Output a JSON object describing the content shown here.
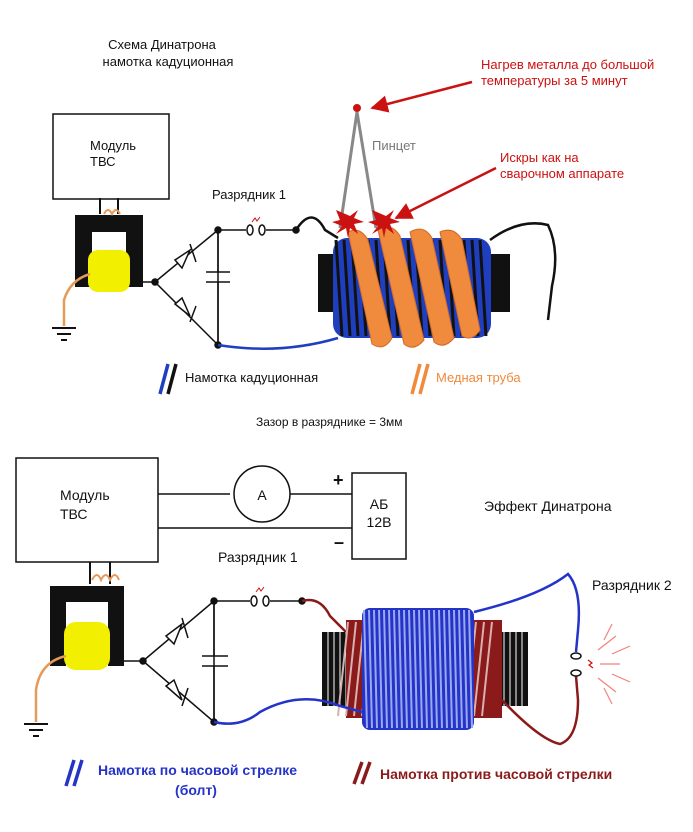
{
  "top": {
    "title_line1": "Схема Динатрона",
    "title_line2": "намотка кадуционная",
    "module_line1": "Модуль",
    "module_line2": "ТВС",
    "spark_gap1": "Разрядник 1",
    "tweezers": "Пинцет",
    "heat_line1": "Нагрев металла до большой",
    "heat_line2": "температуры за 5 минут",
    "sparks_line1": "Искры как на",
    "sparks_line2": "сварочном аппарате",
    "legend_winding": "Намотка кадуционная",
    "legend_tube": "Медная труба",
    "gap_note": "Зазор в разряднике = 3мм"
  },
  "bottom": {
    "module_line1": "Модуль",
    "module_line2": "ТВС",
    "ammeter": "A",
    "battery_line1": "АБ",
    "battery_line2": "12В",
    "plus": "+",
    "minus": "–",
    "effect": "Эффект Динатрона",
    "spark_gap1": "Разрядник 1",
    "spark_gap2": "Разрядник 2",
    "legend_cw_line1": "Намотка по часовой стрелке",
    "legend_cw_line2": "(болт)",
    "legend_ccw": "Намотка против часовой стрелки"
  },
  "colors": {
    "red_text": "#cc1111",
    "gray_text": "#777777",
    "winding_blue": "#1f3fbf",
    "winding_black": "#111111",
    "copper": "#f08a3c",
    "ground_wire": "#e69a5a",
    "yellow_core": "#f2f000",
    "maroon": "#8b1a1a",
    "cw_blue": "#2433c8"
  }
}
